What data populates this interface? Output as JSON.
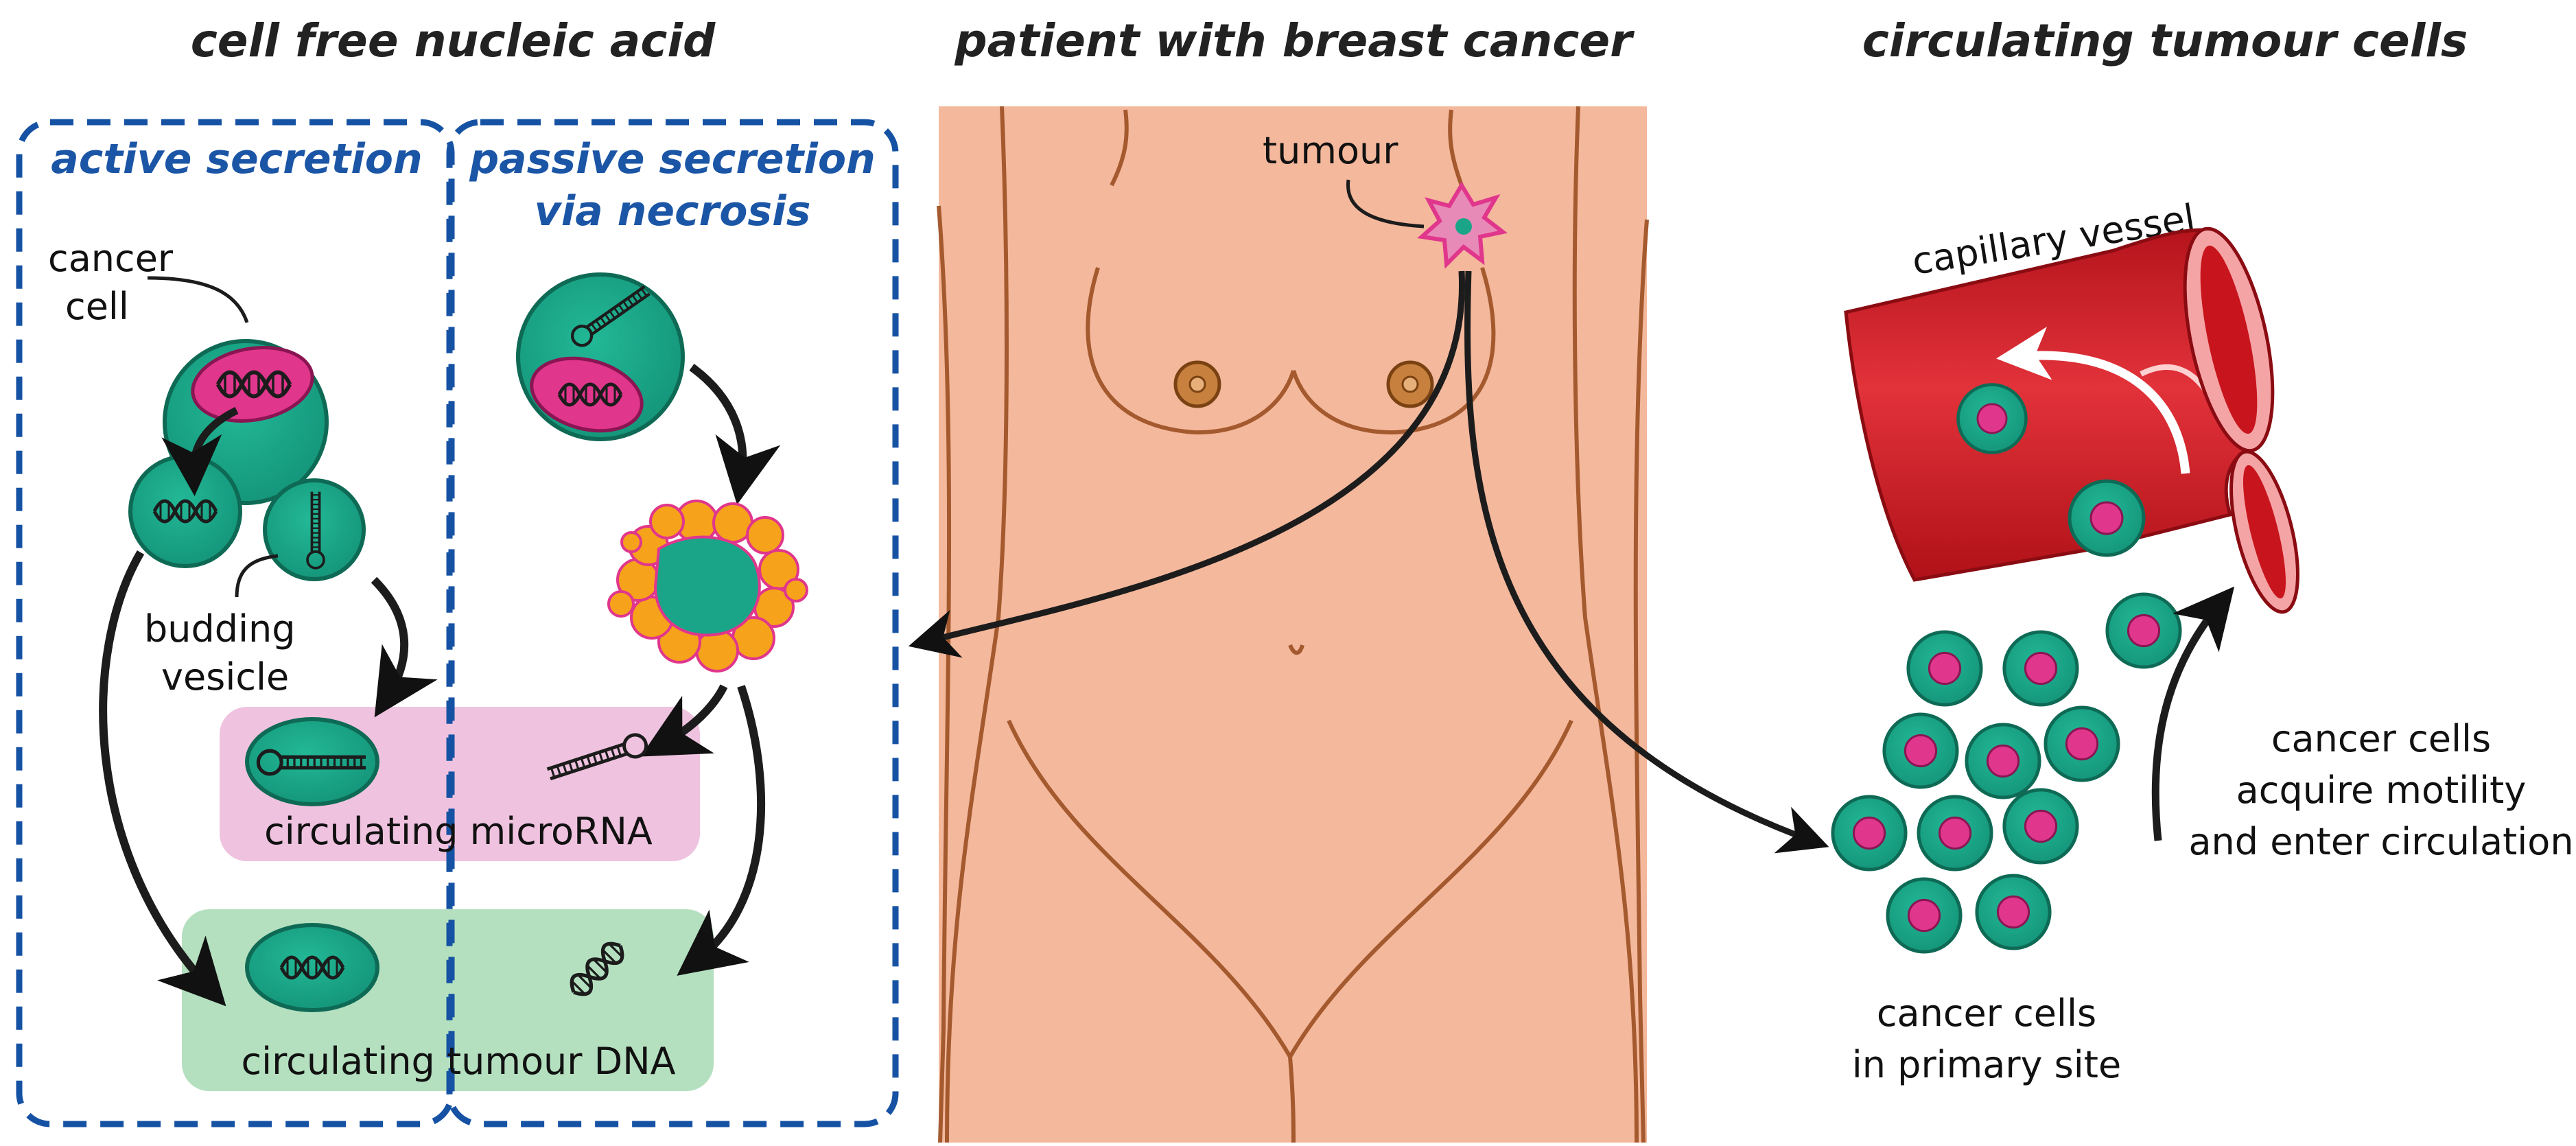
{
  "titles": {
    "left": "cell free nucleic acid",
    "center": "patient with breast cancer",
    "right": "circulating tumour cells"
  },
  "left_panel": {
    "active_secretion": "active secretion",
    "passive_secretion_line1": "passive secretion",
    "passive_secretion_line2": "via necrosis",
    "cancer_cell_line1": "cancer",
    "cancer_cell_line2": "cell",
    "budding_vesicle_line1": "budding",
    "budding_vesicle_line2": "vesicle",
    "circulating_microrna": "circulating microRNA",
    "circulating_tumour_dna": "circulating tumour DNA"
  },
  "center_panel": {
    "tumour": "tumour"
  },
  "right_panel": {
    "capillary_vessel": "capillary vessel",
    "motility_line1": "cancer cells",
    "motility_line2": "acquire motility",
    "motility_line3": "and enter circulation",
    "primary_site_line1": "cancer cells",
    "primary_site_line2": "in primary site"
  },
  "colors": {
    "cell_green": "#1aa589",
    "cell_outline": "#0e6a55",
    "nucleus_magenta": "#e0368c",
    "dashed_blue": "#1652a3",
    "label_blue": "#1b55a6",
    "skin": "#f4b89c",
    "skin_outline": "#a45a2e",
    "vessel_red": "#d8232a",
    "microrna_band": "#efc3df",
    "dna_band": "#b4e0bf",
    "necrosis_orange": "#f7a21b"
  },
  "icons": [
    "dna-helix-icon",
    "microrna-hairpin-icon",
    "tumour-star-icon",
    "arrow-icon"
  ]
}
